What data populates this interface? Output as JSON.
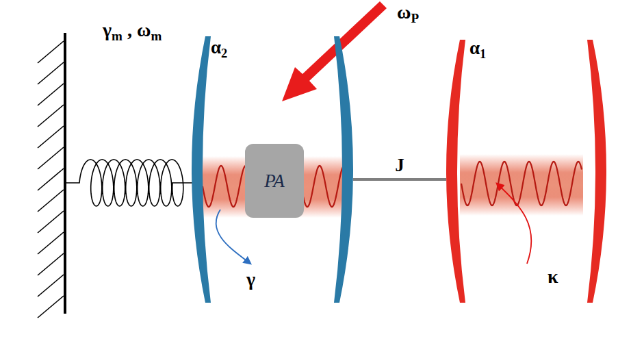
{
  "diagram": {
    "nodes": [
      {
        "text": [
          "α2"
        ]
      },
      {
        "text": [
          "PA"
        ],
        "in": 0
      },
      {
        "text": [
          "α1"
        ]
      }
    ],
    "edges": [
      {
        "from": 0,
        "to": 2,
        "arrow": "none",
        "label": "J"
      }
    ],
    "labels": [
      "γm , ωm",
      "γ",
      "κ",
      "ωP"
    ]
  }
}
